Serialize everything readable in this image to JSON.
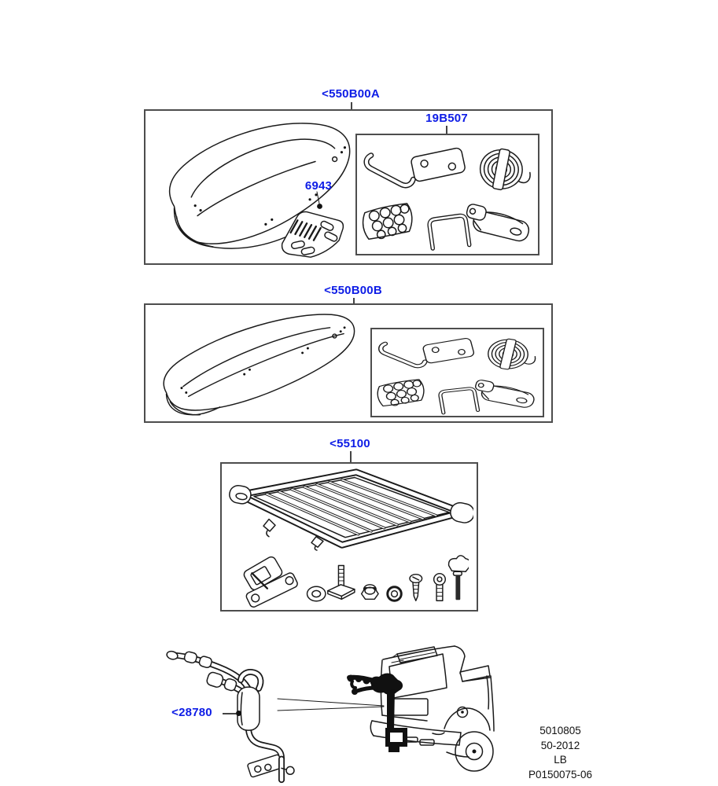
{
  "colors": {
    "part_label_blue": "#0d1ce6",
    "line_art": "#1a1a1a",
    "box_border": "#4d4d4d"
  },
  "sections": {
    "roof_box_a": {
      "part_label": "<550B00A",
      "fitting_kit_label": "19B507",
      "adapter_plate_label": "6943"
    },
    "roof_box_b": {
      "part_label": "<550B00B"
    },
    "luggage_basket": {
      "part_label": "<55100"
    },
    "cycle_carrier": {
      "part_label": "<28780"
    }
  },
  "footer": {
    "lines": [
      "5010805",
      "50-2012",
      "LB",
      "P0150075-06"
    ]
  }
}
